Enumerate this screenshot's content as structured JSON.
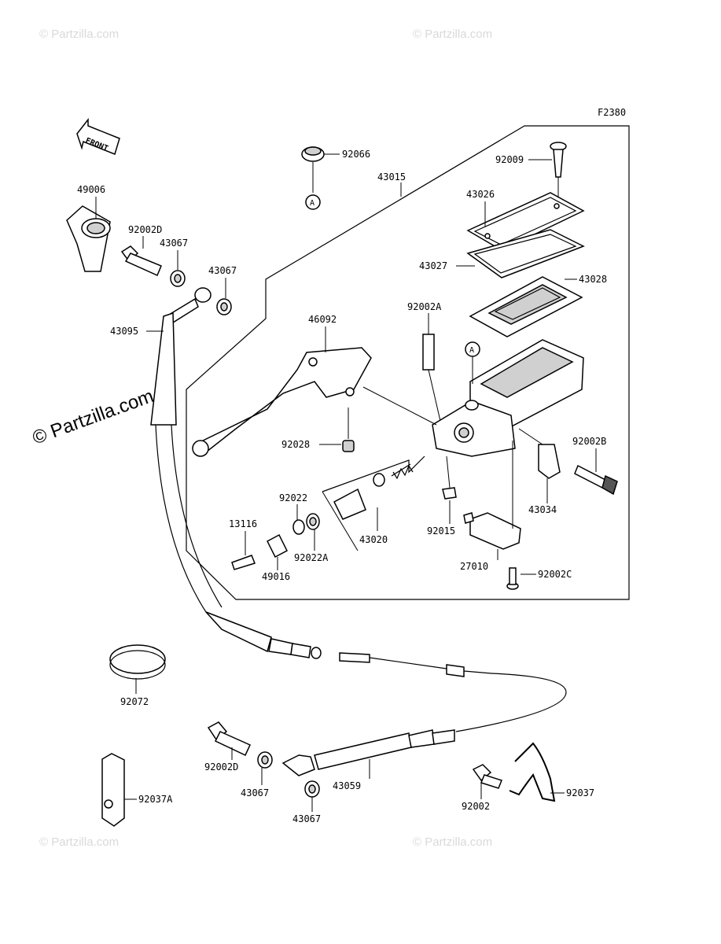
{
  "figure_code": "F2380",
  "front_label": "FRONT",
  "ref_marker": "A",
  "watermarks": {
    "corner": "© Partzilla.com",
    "main": "© Partzilla.com"
  },
  "parts": [
    {
      "id": "92066"
    },
    {
      "id": "43015"
    },
    {
      "id": "92009"
    },
    {
      "id": "43026"
    },
    {
      "id": "43027"
    },
    {
      "id": "43028"
    },
    {
      "id": "49006"
    },
    {
      "id": "92002D"
    },
    {
      "id": "43067"
    },
    {
      "id": "43067"
    },
    {
      "id": "43095"
    },
    {
      "id": "46092"
    },
    {
      "id": "92002A"
    },
    {
      "id": "92028"
    },
    {
      "id": "92002B"
    },
    {
      "id": "43034"
    },
    {
      "id": "92022"
    },
    {
      "id": "13116"
    },
    {
      "id": "92022A"
    },
    {
      "id": "49016"
    },
    {
      "id": "43020"
    },
    {
      "id": "92015"
    },
    {
      "id": "27010"
    },
    {
      "id": "92002C"
    },
    {
      "id": "92072"
    },
    {
      "id": "92002D"
    },
    {
      "id": "43067"
    },
    {
      "id": "43059"
    },
    {
      "id": "92037A"
    },
    {
      "id": "43067"
    },
    {
      "id": "92002"
    },
    {
      "id": "92037"
    }
  ]
}
